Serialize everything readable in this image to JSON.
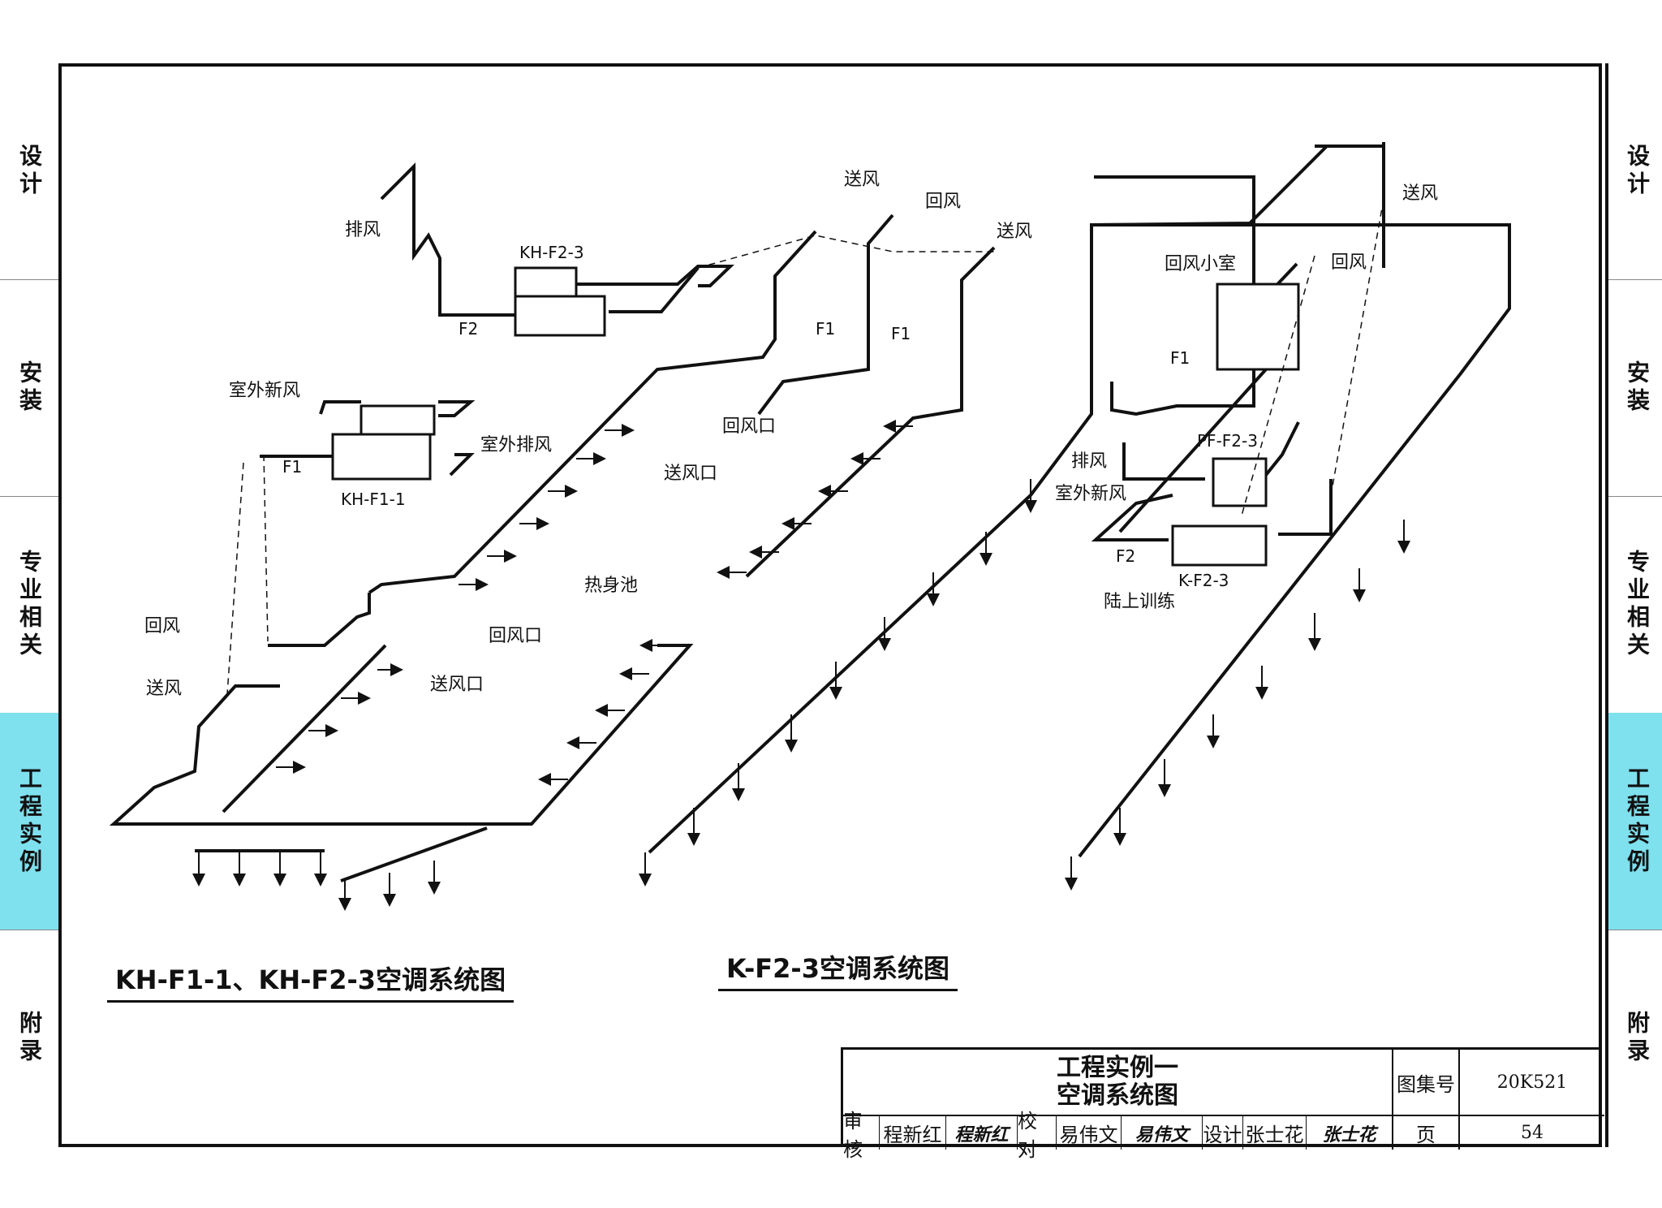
{
  "side_tabs": [
    "设计",
    "安装",
    "专业相关",
    "工程实例",
    "附录"
  ],
  "active_tab": "工程实例",
  "colors": {
    "active_tab": "#7fe0ee",
    "line": "#111111"
  },
  "left_diagram": {
    "caption": "KH-F1-1、KH-F2-3空调系统图",
    "unit_upper": "KH-F2-3",
    "unit_lower": "KH-F1-1",
    "labels": {
      "exhaust": "排风",
      "supply_top": "送风",
      "return_top": "回风",
      "supply_top2": "送风",
      "floor_f2": "F2",
      "floor_f1_a": "F1",
      "floor_f1_b": "F1",
      "floor_f1_c": "F1",
      "outdoor_fresh_air": "室外新风",
      "outdoor_exhaust": "室外排风",
      "return_inlet_top": "回风口",
      "supply_outlet_mid": "送风口",
      "warmup_pool": "热身池",
      "return_left": "回风",
      "return_inlet_mid": "回风口",
      "supply_left": "送风",
      "supply_outlet_low": "送风口"
    }
  },
  "right_diagram": {
    "caption": "K-F2-3空调系统图",
    "labels": {
      "supply": "送风",
      "return_room": "回风小室",
      "return": "回风",
      "floor_f1": "F1",
      "exhaust_unit": "PF-F2-3",
      "exhaust": "排风",
      "outdoor_fresh_air": "室外新风",
      "floor_f2": "F2",
      "ac_unit": "K-F2-3",
      "land_training": "陆上训练"
    }
  },
  "title_block": {
    "title_line1": "工程实例一",
    "title_line2": "空调系统图",
    "atlas_label": "图集号",
    "atlas_no": "20K521",
    "page_label": "页",
    "page_no": "54",
    "review_label": "审核",
    "reviewer": "程新红",
    "reviewer_sig": "程新红",
    "check_label": "校对",
    "checker": "易伟文",
    "checker_sig": "易伟文",
    "design_label": "设计",
    "designer": "张士花",
    "designer_sig": "张士花"
  }
}
